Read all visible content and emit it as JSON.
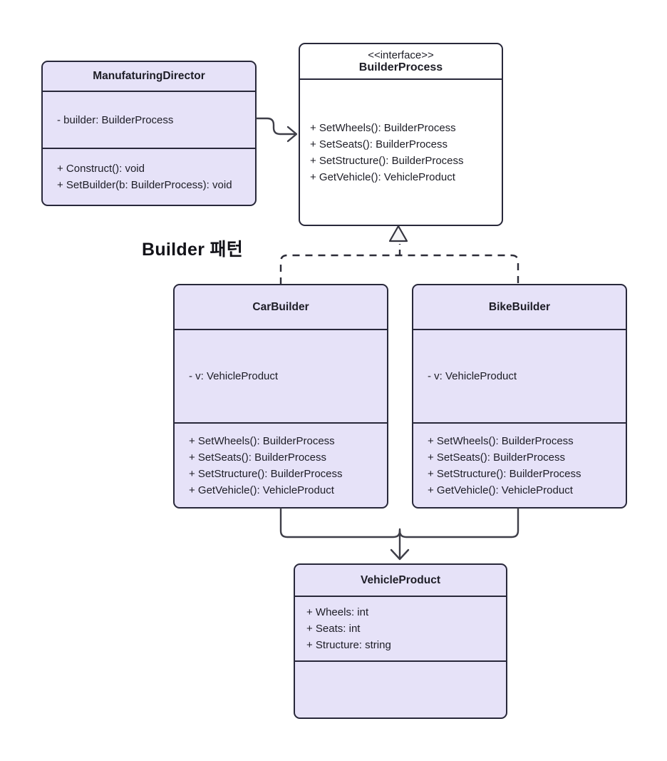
{
  "title": "Builder 패턴",
  "colors": {
    "class_fill": "#e6e2f8",
    "interface_fill": "#ffffff",
    "border": "#28283a",
    "connector": "#3e3e48",
    "triangle_fill": "#f4f4f6",
    "text": "#1d1d26",
    "background": "#ffffff"
  },
  "classes": {
    "director": {
      "name": "ManufaturingDirector",
      "attributes": [
        "- builder: BuilderProcess"
      ],
      "methods": [
        "+ Construct(): void",
        "+ SetBuilder(b: BuilderProcess): void"
      ]
    },
    "builder_process": {
      "stereotype": "<<interface>>",
      "name": "BuilderProcess",
      "methods": [
        "+ SetWheels(): BuilderProcess",
        "+ SetSeats(): BuilderProcess",
        "+ SetStructure(): BuilderProcess",
        "+ GetVehicle(): VehicleProduct"
      ]
    },
    "car_builder": {
      "name": "CarBuilder",
      "attributes": [
        "- v: VehicleProduct"
      ],
      "methods": [
        "+ SetWheels(): BuilderProcess",
        "+ SetSeats(): BuilderProcess",
        "+ SetStructure(): BuilderProcess",
        "+ GetVehicle(): VehicleProduct"
      ]
    },
    "bike_builder": {
      "name": "BikeBuilder",
      "attributes": [
        "- v: VehicleProduct"
      ],
      "methods": [
        "+ SetWheels(): BuilderProcess",
        "+ SetSeats(): BuilderProcess",
        "+ SetStructure(): BuilderProcess",
        "+ GetVehicle(): VehicleProduct"
      ]
    },
    "vehicle_product": {
      "name": "VehicleProduct",
      "attributes": [
        "+ Wheels: int",
        "+ Seats: int",
        "+ Structure: string"
      ],
      "methods": []
    }
  },
  "relations": [
    {
      "from": "ManufaturingDirector",
      "to": "BuilderProcess",
      "type": "association",
      "arrow": "open",
      "line": "solid"
    },
    {
      "from": "CarBuilder",
      "to": "BuilderProcess",
      "type": "realization",
      "arrow": "hollow-triangle",
      "line": "dashed"
    },
    {
      "from": "BikeBuilder",
      "to": "BuilderProcess",
      "type": "realization",
      "arrow": "hollow-triangle",
      "line": "dashed"
    },
    {
      "from": "CarBuilder",
      "to": "VehicleProduct",
      "type": "association",
      "arrow": "open",
      "line": "solid"
    },
    {
      "from": "BikeBuilder",
      "to": "VehicleProduct",
      "type": "association",
      "arrow": "open",
      "line": "solid"
    }
  ]
}
